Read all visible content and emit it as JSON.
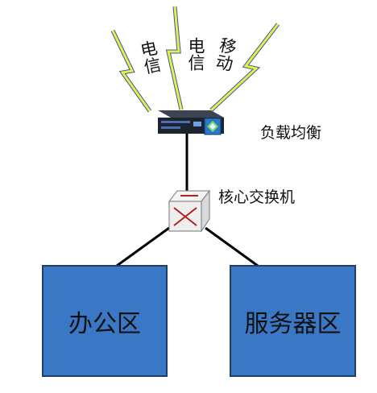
{
  "carriers": [
    "电信",
    "电信",
    "移动"
  ],
  "load_balancer": {
    "label": "负载均衡",
    "icon": "load-balancer-icon"
  },
  "core_switch": {
    "label": "核心交换机",
    "icon": "switch-icon"
  },
  "zones": [
    {
      "label": "办公区"
    },
    {
      "label": "服务器区"
    }
  ],
  "colors": {
    "zone_fill": "#3a78c6",
    "zone_border": "#1f3f66",
    "bolt": "#e8e84a",
    "link": "#000000"
  }
}
